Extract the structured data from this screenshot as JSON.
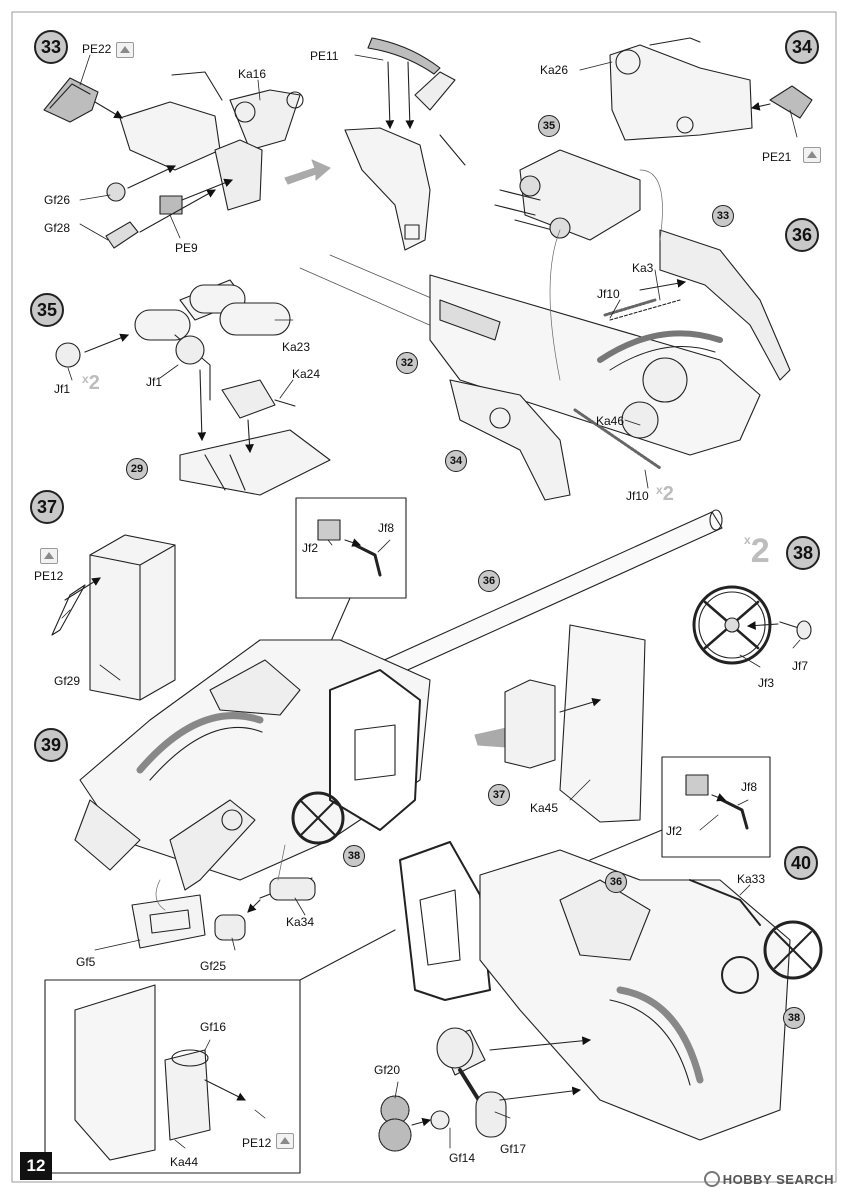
{
  "steps": [
    "33",
    "34",
    "35",
    "36",
    "37",
    "38",
    "39",
    "40"
  ],
  "sub_refs": {
    "r35": "35",
    "r33": "33",
    "r32": "32",
    "r34": "34",
    "r29": "29",
    "r36a": "36",
    "r37": "37",
    "r38a": "38",
    "r36b": "36",
    "r38b": "38"
  },
  "labels": {
    "PE22": "PE22",
    "Ka16": "Ka16",
    "PE11": "PE11",
    "Ka26": "Ka26",
    "Gf26": "Gf26",
    "PE9": "PE9",
    "Gf28": "Gf28",
    "PE21": "PE21",
    "Ka3": "Ka3",
    "Jf10a": "Jf10",
    "Ka23": "Ka23",
    "Ka24": "Ka24",
    "Jf1a": "Jf1",
    "Jf1b": "Jf1",
    "Ka46": "Ka46",
    "Jf10b": "Jf10",
    "Jf8a": "Jf8",
    "Jf2a": "Jf2",
    "PE12a": "PE12",
    "Gf29": "Gf29",
    "Jf7": "Jf7",
    "Jf3": "Jf3",
    "Ka45": "Ka45",
    "Jf8b": "Jf8",
    "Jf2b": "Jf2",
    "Ka33": "Ka33",
    "Ka34": "Ka34",
    "Gf5": "Gf5",
    "Gf25": "Gf25",
    "Gf16": "Gf16",
    "Gf20": "Gf20",
    "PE12b": "PE12",
    "Gf14": "Gf14",
    "Gf17": "Gf17",
    "Ka44": "Ka44"
  },
  "multipliers": {
    "jf1": "2",
    "jf10": "2",
    "step38": "2"
  },
  "page_number": "12",
  "watermark": "HOBBY SEARCH",
  "icons": {
    "photo_etch": "pe-upgrade-icon"
  }
}
